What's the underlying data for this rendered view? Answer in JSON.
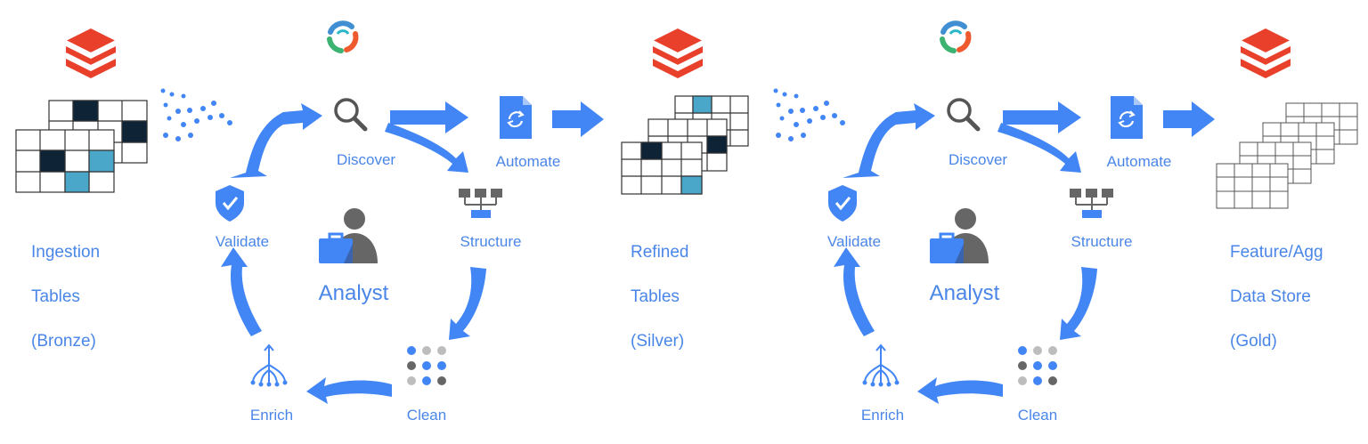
{
  "stages": [
    {
      "name": "Ingestion Tables (Bronze)",
      "lines": [
        "Ingestion",
        "Tables",
        "(Bronze)"
      ]
    },
    {
      "name": "Refined Tables (Silver)",
      "lines": [
        "Refined",
        "Tables",
        "(Silver)"
      ]
    },
    {
      "name": "Feature/Agg Data Store (Gold)",
      "lines": [
        "Feature/Agg",
        "Data Store",
        "(Gold)"
      ]
    }
  ],
  "cycles": [
    {
      "center_label": "Analyst",
      "steps": {
        "discover": "Discover",
        "automate": "Automate",
        "structure": "Structure",
        "clean": "Clean",
        "enrich": "Enrich",
        "validate": "Validate"
      }
    },
    {
      "center_label": "Analyst",
      "steps": {
        "discover": "Discover",
        "automate": "Automate",
        "structure": "Structure",
        "clean": "Clean",
        "enrich": "Enrich",
        "validate": "Validate"
      }
    }
  ],
  "colors": {
    "accent": "#4a86e8",
    "arrow": "#4285f4",
    "brand_red": "#e8402b",
    "dark_cell": "#0f2336",
    "teal_cell": "#4aa7c9",
    "person_gray": "#6b6b6b",
    "briefcase": "#4285f4"
  },
  "icons": [
    "databricks-layers-icon",
    "swirl-logo-icon",
    "search-icon",
    "automate-doc-icon",
    "hierarchy-icon",
    "dots-grid-icon",
    "branch-arrows-icon",
    "shield-check-icon",
    "analyst-person-icon",
    "scatter-dots-icon",
    "table-grid-icon"
  ]
}
